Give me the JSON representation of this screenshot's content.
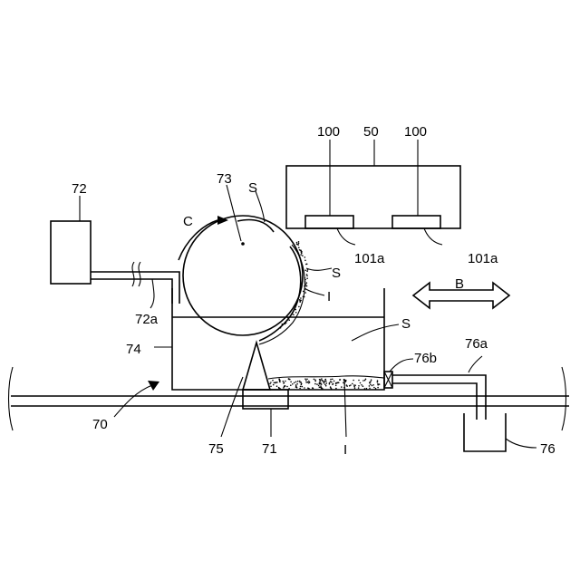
{
  "labels": {
    "unit_50": "50",
    "head_left": "100",
    "head_right": "100",
    "nozzle_left": "101a",
    "nozzle_right": "101a",
    "pump": "72",
    "pipe_pump": "72a",
    "roller": "73",
    "rotation": "C",
    "solvent_top": "S",
    "solvent_right": "S",
    "ink_on_roller": "I",
    "solvent_tank": "S",
    "tank": "74",
    "pipe_drain": "76a",
    "valve": "76b",
    "direction": "B",
    "assembly": "70",
    "support": "75",
    "base": "71",
    "ink_bottom": "I",
    "drain_container": "76"
  },
  "colors": {
    "line": "#000000",
    "background": "#ffffff"
  }
}
